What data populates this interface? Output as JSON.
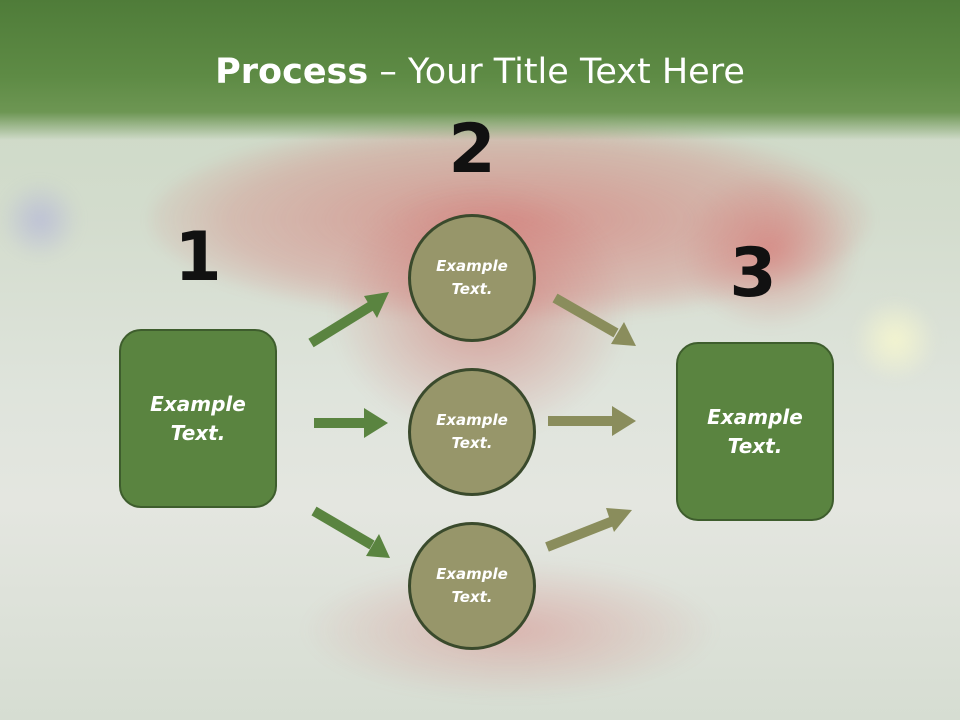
{
  "slide": {
    "title_bold": "Process",
    "title_rest": " – Your Title Text Here"
  },
  "steps": {
    "step1_number": "1",
    "step2_number": "2",
    "step3_number": "3"
  },
  "nodes": {
    "left_box": "Example\nText.",
    "circle_top": "Example\nText.",
    "circle_middle": "Example\nText.",
    "circle_bottom": "Example\nText.",
    "right_box": "Example\nText."
  },
  "colors": {
    "title_bar": "#5e8b45",
    "box_fill": "#5a8440",
    "circle_fill": "#97966a",
    "arrow_green": "#5a8440",
    "arrow_olive": "#8a8d5c"
  }
}
